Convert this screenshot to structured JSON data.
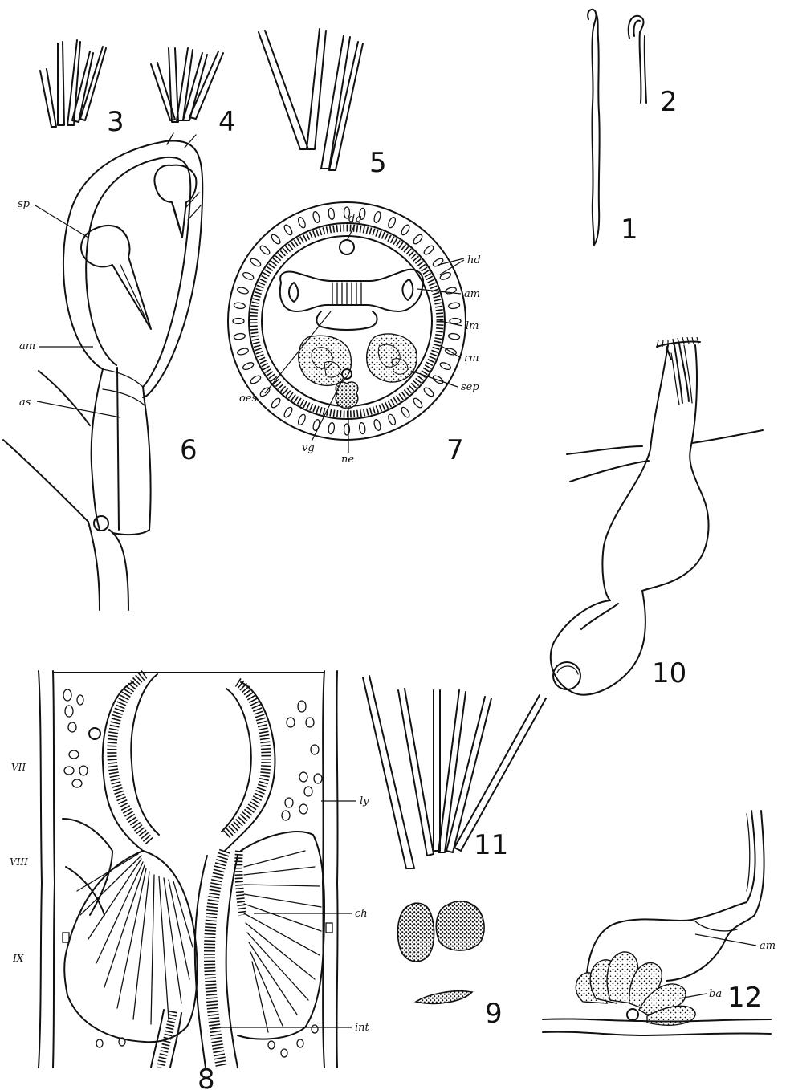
{
  "figures": {
    "fig1": {
      "number": "1"
    },
    "fig2": {
      "number": "2"
    },
    "fig3": {
      "number": "3"
    },
    "fig4": {
      "number": "4"
    },
    "fig5": {
      "number": "5"
    },
    "fig6": {
      "number": "6",
      "labels": {
        "sp": "sp",
        "am": "am",
        "as": "as"
      }
    },
    "fig7": {
      "number": "7",
      "labels": {
        "dg": "dg",
        "hd": "hd",
        "am": "am",
        "lm": "lm",
        "rm": "rm",
        "sep": "sep",
        "oes": "oes",
        "vg": "vg",
        "ne": "ne"
      }
    },
    "fig8": {
      "number": "8",
      "labels": {
        "ly": "ly",
        "ch": "ch",
        "int": "int"
      },
      "segments": [
        "VII",
        "VIII",
        "IX"
      ]
    },
    "fig9": {
      "number": "9"
    },
    "fig10": {
      "number": "10"
    },
    "fig11": {
      "number": "11"
    },
    "fig12": {
      "number": "12",
      "labels": {
        "am": "am",
        "ba": "ba"
      }
    }
  }
}
